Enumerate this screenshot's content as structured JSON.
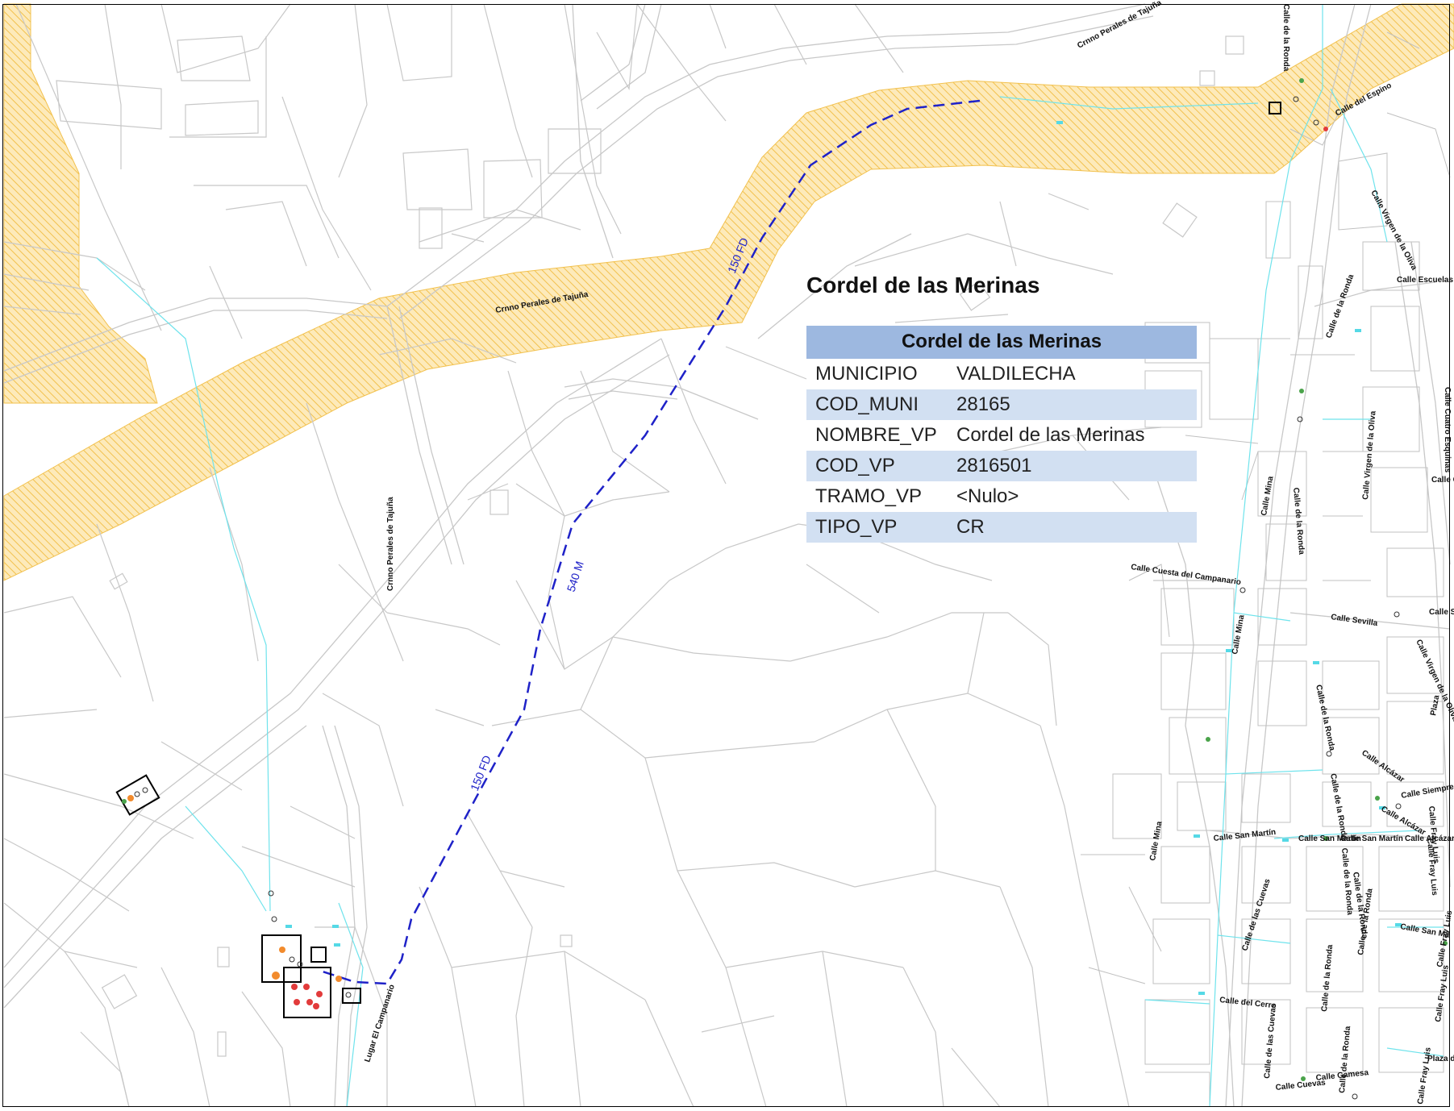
{
  "popup": {
    "title": "Cordel de las Merinas",
    "table_header": "Cordel de las Merinas",
    "rows": [
      {
        "field": "MUNICIPIO",
        "value": "VALDILECHA"
      },
      {
        "field": "COD_MUNI",
        "value": "28165"
      },
      {
        "field": "NOMBRE_VP",
        "value": "Cordel de las Merinas"
      },
      {
        "field": "COD_VP",
        "value": "2816501"
      },
      {
        "field": "TRAMO_VP",
        "value": "<Nulo>"
      },
      {
        "field": "TIPO_VP",
        "value": "CR"
      }
    ]
  },
  "route_labels": {
    "fd_top": "150 FD",
    "length": "540 M",
    "fd_bottom": "150 FD"
  },
  "street_labels": {
    "crnno_top_right": "Crnno Perales de Tajuña",
    "crnno_mid": "Crnno Perales de Tajuña",
    "crnno_vertical": "Crnno Perales de Tajuña",
    "lugar": "Lugar El Campanario",
    "espino": "Calle del Espino",
    "virgen_oliva_1": "Calle Virgen de la Oliva",
    "escuelas": "Calle Escuelas",
    "ronda_1": "Calle de la Ronda",
    "ronda_top": "Calle de la Ronda",
    "cuatro_esquinas": "Calle Cuatro Esquinas",
    "virgen_oliva_2": "Calle Virgen de la Oliva",
    "calle_ca": "Calle Ca",
    "mina_1": "Calle Mina",
    "ronda_2": "Calle de la Ronda",
    "cuesta_campanario": "Calle Cuesta del Campanario",
    "sevilla": "Calle Sevilla",
    "calle_s": "Calle S",
    "mina_2": "Calle Mina",
    "virgen_oliva_3": "Calle Virgen de la Oliva",
    "plaza": "Plaza",
    "ronda_3": "Calle de la Ronda",
    "alcazar_1": "Calle Alcázar",
    "siempre_viva": "Calle Siempre Viva",
    "alcazar_2": "Calle Alcázar",
    "ronda_4": "Calle de la Ronda",
    "fray_luis_1": "Calle Fray Luis",
    "san_martin_1": "Calle San Martín",
    "san_martin_2": "Calle San Martín",
    "san_martin_3": "Calle San Martín",
    "alcazar_3": "Calle Alcázar",
    "mina_3": "Calle Mina",
    "ronda_5": "Calle de la Ronda",
    "fray_luis_2": "Calle Fray Luis",
    "cuevas_1": "Calle de las Cuevas",
    "ronda_6": "Calle de la Ronda",
    "ronda_7": "Calle de la Ronda",
    "san_ma": "Calle San Ma",
    "fray_luis_3": "Calle Fray Luis",
    "cerro": "Calle del Cerro",
    "ronda_8": "Calle de la Ronda",
    "fray_luis_4": "Calle Fray Luis",
    "cuevas_2": "Calle de las Cuevas",
    "ronda_9": "Calle de la Ronda",
    "plaza_de": "Plaza de",
    "cuevas_3": "Calle Cuevas",
    "gamesa": "Calle Gamesa",
    "fray_luis_5": "Calle Fray Luis"
  },
  "colors": {
    "livestock_path_fill": "#fde7b0",
    "livestock_path_hatch": "#f2c14e",
    "fiber_route": "#1f22c8",
    "parcel_lines": "#c8c8c8",
    "water_lines": "#6fe3ec",
    "table_header_bg": "#9db8e0",
    "table_alt_bg": "#d2e0f2"
  }
}
